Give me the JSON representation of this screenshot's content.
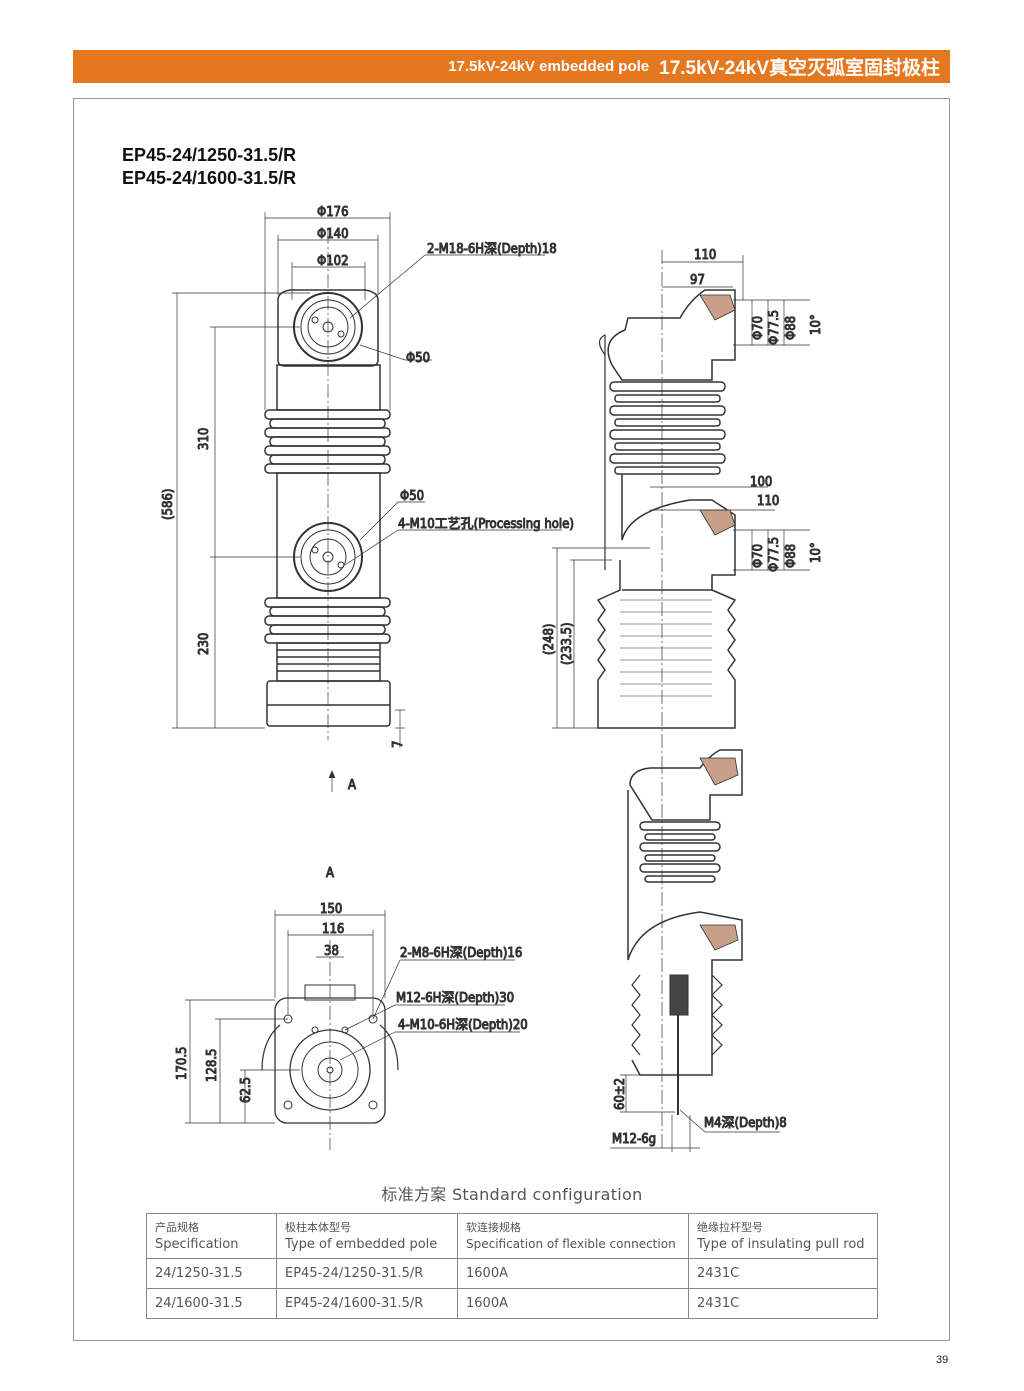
{
  "header": {
    "title_en": "17.5kV-24kV embedded pole",
    "title_cn": "17.5kV-24kV真空灭弧室固封极柱",
    "accent": "#e5781f"
  },
  "models": [
    "EP45-24/1250-31.5/R",
    "EP45-24/1600-31.5/R"
  ],
  "front_view": {
    "dims": [
      "Φ176",
      "Φ140",
      "Φ102",
      "2-M18-6H深(Depth)18",
      "Φ50",
      "310",
      "(586)",
      "Φ50",
      "4-M10工艺孔(Processing hole)",
      "230",
      "7",
      "A"
    ]
  },
  "side_view": {
    "dims": [
      "110",
      "97",
      "Φ70",
      "Φ77.5",
      "Φ88",
      "10°",
      "100",
      "110",
      "Φ70",
      "Φ77.5",
      "Φ88",
      "10°",
      "(248)",
      "(233.5)"
    ]
  },
  "bottom_view": {
    "label": "A",
    "dims": [
      "150",
      "116",
      "38",
      "2-M8-6H深(Depth)16",
      "M12-6H深(Depth)30",
      "4-M10-6H深(Depth)20",
      "170.5",
      "128.5",
      "62.5"
    ]
  },
  "section_view": {
    "dims": [
      "60±2",
      "M4深(Depth)8",
      "M12-6g"
    ]
  },
  "table": {
    "caption": "标准方案 Standard configuration",
    "headers": [
      {
        "cn": "产品规格",
        "en": "Specification"
      },
      {
        "cn": "极柱本体型号",
        "en": "Type of embedded pole"
      },
      {
        "cn": "软连接规格",
        "en": "Specification of flexible connection"
      },
      {
        "cn": "绝缘拉杆型号",
        "en": "Type of insulating pull rod"
      }
    ],
    "rows": [
      [
        "24/1250-31.5",
        "EP45-24/1250-31.5/R",
        "1600A",
        "2431C"
      ],
      [
        "24/1600-31.5",
        "EP45-24/1600-31.5/R",
        "1600A",
        "2431C"
      ]
    ]
  },
  "page_number": "39"
}
